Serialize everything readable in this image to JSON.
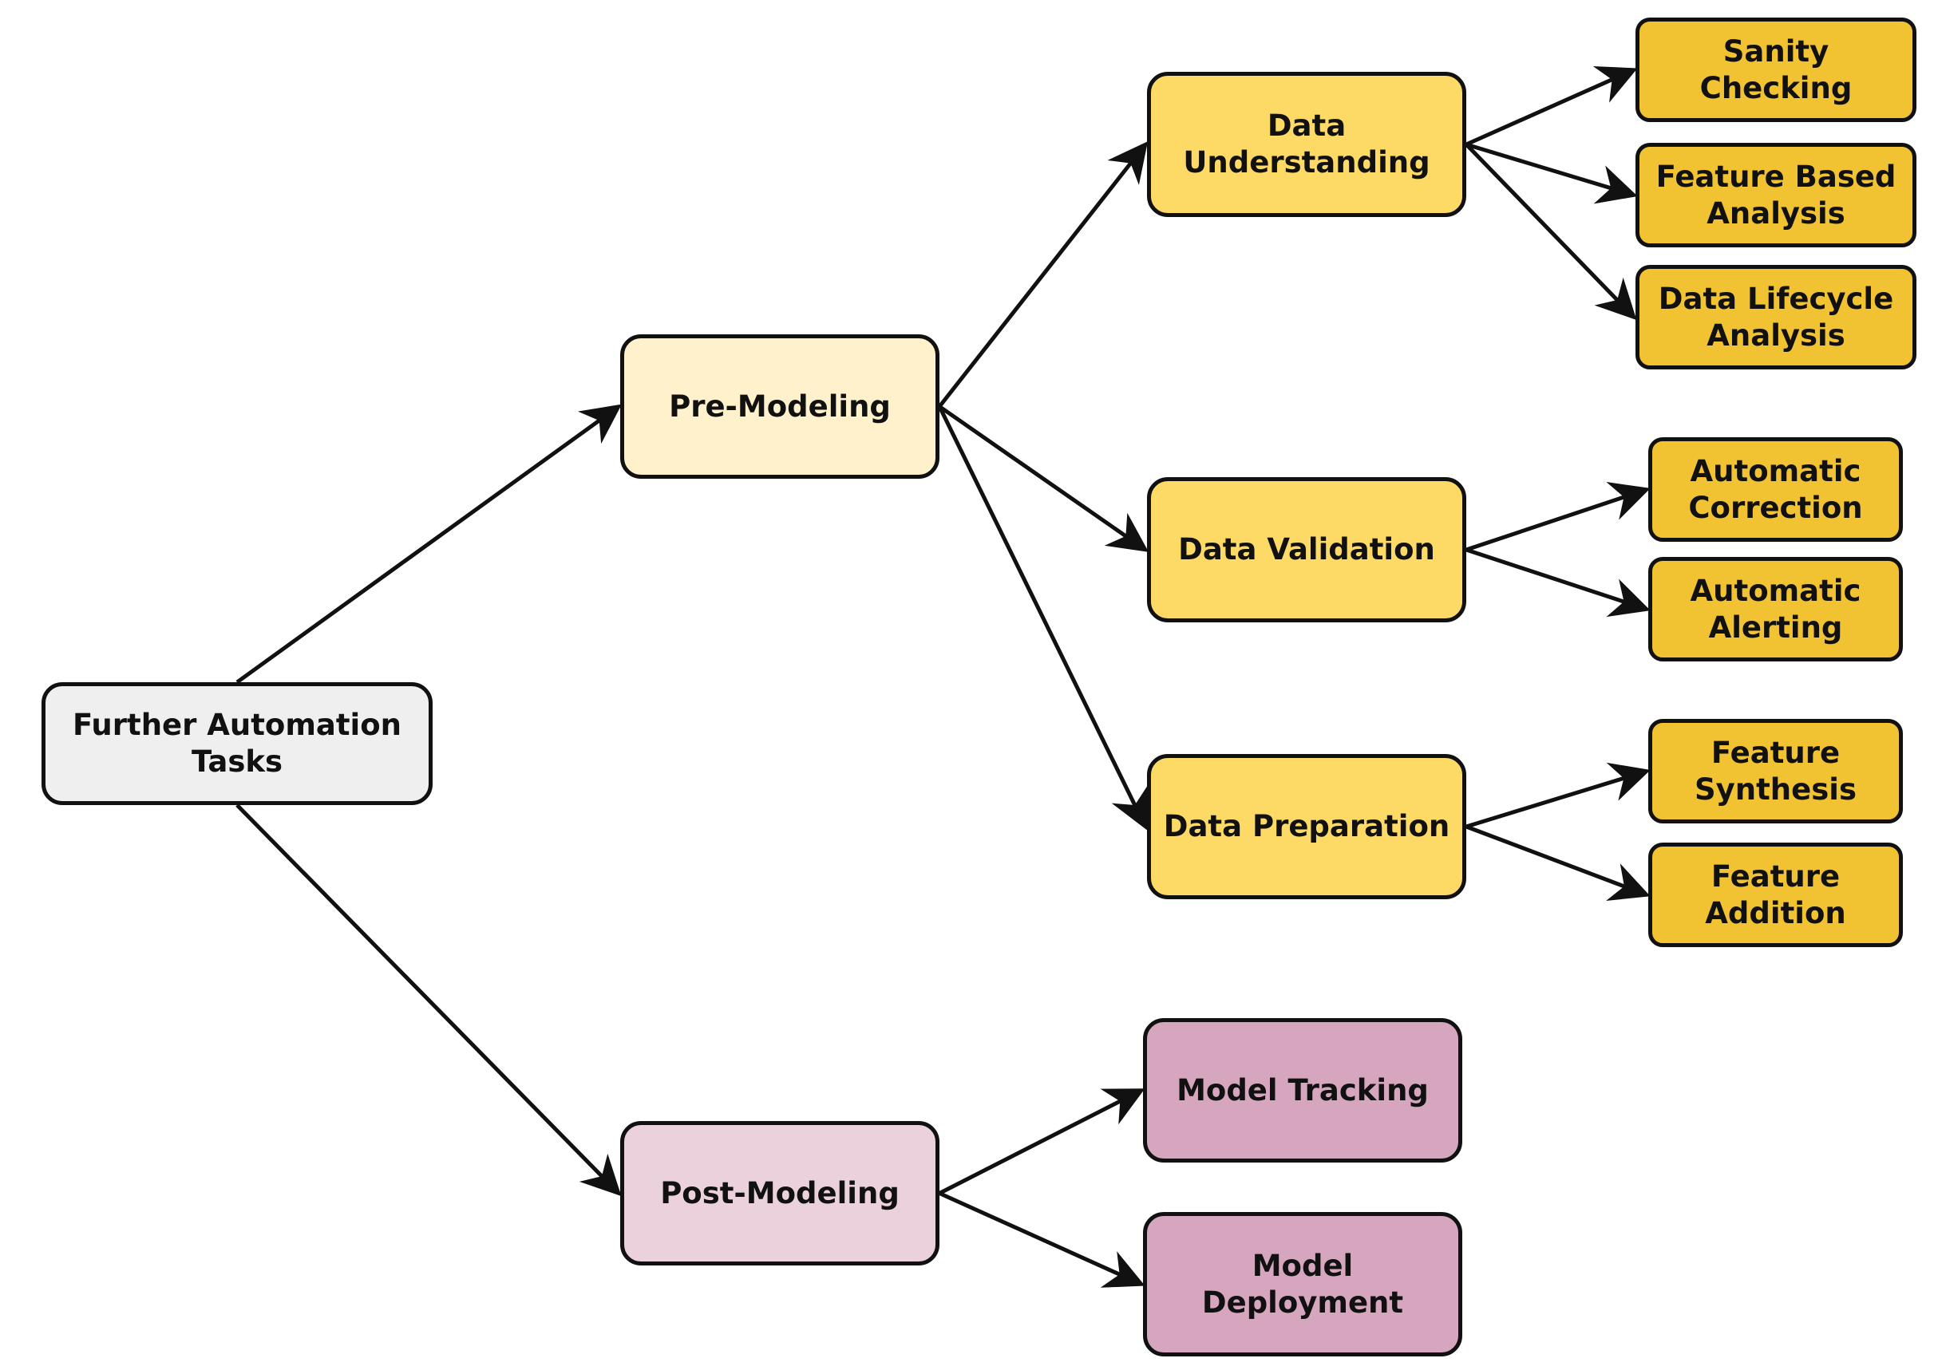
{
  "colors": {
    "root_fill": "#efefef",
    "pre_fill": "#fff1cc",
    "mid_fill": "#fdd966",
    "leaf_fill": "#f1c232",
    "post_fill": "#ead1dc",
    "post_leaf_fill": "#d5a6bd",
    "stroke": "#111111"
  },
  "nodes": {
    "root": "Further Automation Tasks",
    "pre_modeling": "Pre-Modeling",
    "post_modeling": "Post-Modeling",
    "data_understanding": "Data Understanding",
    "data_validation": "Data Validation",
    "data_preparation": "Data Preparation",
    "sanity_checking": "Sanity Checking",
    "feature_based_analysis": "Feature Based Analysis",
    "data_lifecycle_analysis": "Data Lifecycle Analysis",
    "automatic_correction": "Automatic Correction",
    "automatic_alerting": "Automatic Alerting",
    "feature_synthesis": "Feature Synthesis",
    "feature_addition": "Feature Addition",
    "model_tracking": "Model Tracking",
    "model_deployment": "Model Deployment"
  },
  "edges": [
    [
      "root",
      "pre_modeling"
    ],
    [
      "root",
      "post_modeling"
    ],
    [
      "pre_modeling",
      "data_understanding"
    ],
    [
      "pre_modeling",
      "data_validation"
    ],
    [
      "pre_modeling",
      "data_preparation"
    ],
    [
      "data_understanding",
      "sanity_checking"
    ],
    [
      "data_understanding",
      "feature_based_analysis"
    ],
    [
      "data_understanding",
      "data_lifecycle_analysis"
    ],
    [
      "data_validation",
      "automatic_correction"
    ],
    [
      "data_validation",
      "automatic_alerting"
    ],
    [
      "data_preparation",
      "feature_synthesis"
    ],
    [
      "data_preparation",
      "feature_addition"
    ],
    [
      "post_modeling",
      "model_tracking"
    ],
    [
      "post_modeling",
      "model_deployment"
    ]
  ]
}
